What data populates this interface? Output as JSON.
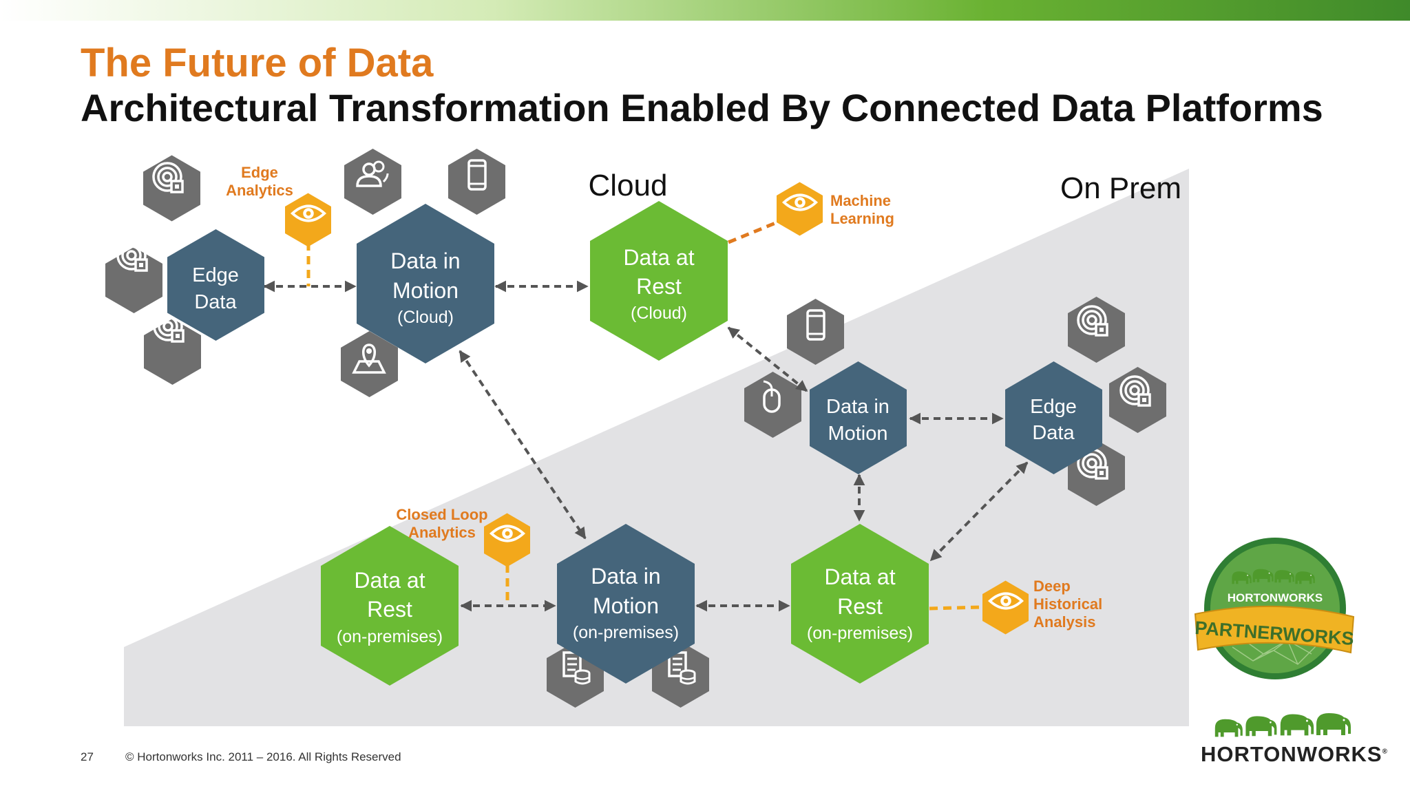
{
  "slide": {
    "title": "The Future of Data",
    "subtitle": "Architectural Transformation Enabled By Connected Data Platforms",
    "page_number": "27",
    "copyright": "© Hortonworks Inc. 2011 – 2016. All Rights Reserved"
  },
  "regions": {
    "cloud": "Cloud",
    "on_prem": "On Prem"
  },
  "nodes": {
    "edge_cloud": {
      "line1": "Edge",
      "line2": "Data"
    },
    "dim_cloud": {
      "line1": "Data in",
      "line2": "Motion",
      "sub": "(Cloud)"
    },
    "dar_cloud": {
      "line1": "Data at",
      "line2": "Rest",
      "sub": "(Cloud)"
    },
    "dim_mid": {
      "line1": "Data in",
      "line2": "Motion"
    },
    "edge_right": {
      "line1": "Edge",
      "line2": "Data"
    },
    "dar_onprem_left": {
      "line1": "Data at",
      "line2": "Rest",
      "sub": "(on-premises)"
    },
    "dim_onprem": {
      "line1": "Data in",
      "line2": "Motion",
      "sub": "(on-premises)"
    },
    "dar_onprem_right": {
      "line1": "Data at",
      "line2": "Rest",
      "sub": "(on-premises)"
    }
  },
  "callouts": {
    "edge_analytics": {
      "line1": "Edge",
      "line2": "Analytics"
    },
    "machine_learning": {
      "line1": "Machine",
      "line2": "Learning"
    },
    "closed_loop": {
      "line1": "Closed Loop",
      "line2": "Analytics"
    },
    "deep_historical": {
      "line1": "Deep",
      "line2": "Historical",
      "line3": "Analysis"
    }
  },
  "badge": {
    "top_text": "HORTONWORKS",
    "ribbon_text": "PARTNERWORKS"
  },
  "logo": {
    "wordmark": "HORTONWORKS",
    "mark": "®"
  },
  "colors": {
    "blue": "#45657b",
    "green": "#6bbb34",
    "orange": "#e07a1f",
    "yellow": "#f3a81b",
    "gray_hex": "#6e6e6e",
    "onprem_bg": "#e2e2e4",
    "arrow": "#555555"
  }
}
